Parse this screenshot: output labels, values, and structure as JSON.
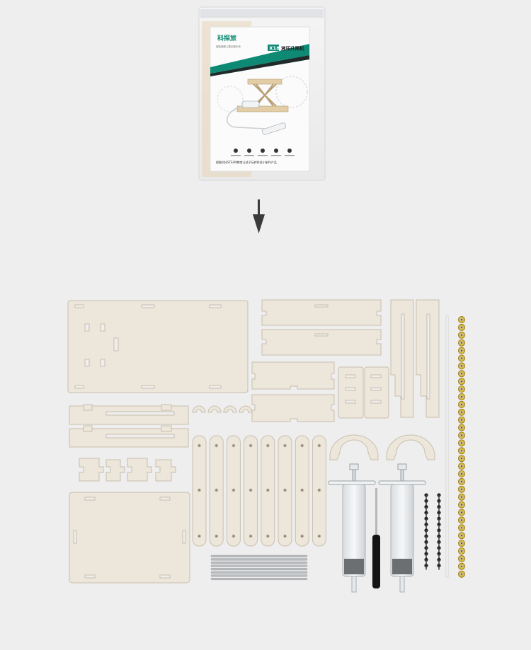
{
  "package": {
    "brand": "科探旅",
    "tagline": "赋能编程儿童创造未来",
    "model": "X18",
    "product": "液压升降机",
    "footer": "赋能科技STEAM教育让孩子玩转科技小制作产品"
  },
  "counts": {
    "long_strips": 8,
    "rods": 8,
    "screws": 13,
    "nuts": 34
  },
  "colors": {
    "background": "#eeeeee",
    "wood": "#ede6da",
    "wood_edge": "#c8bfae",
    "brass": "#d8b83a",
    "package_green": "#0e8a74"
  }
}
